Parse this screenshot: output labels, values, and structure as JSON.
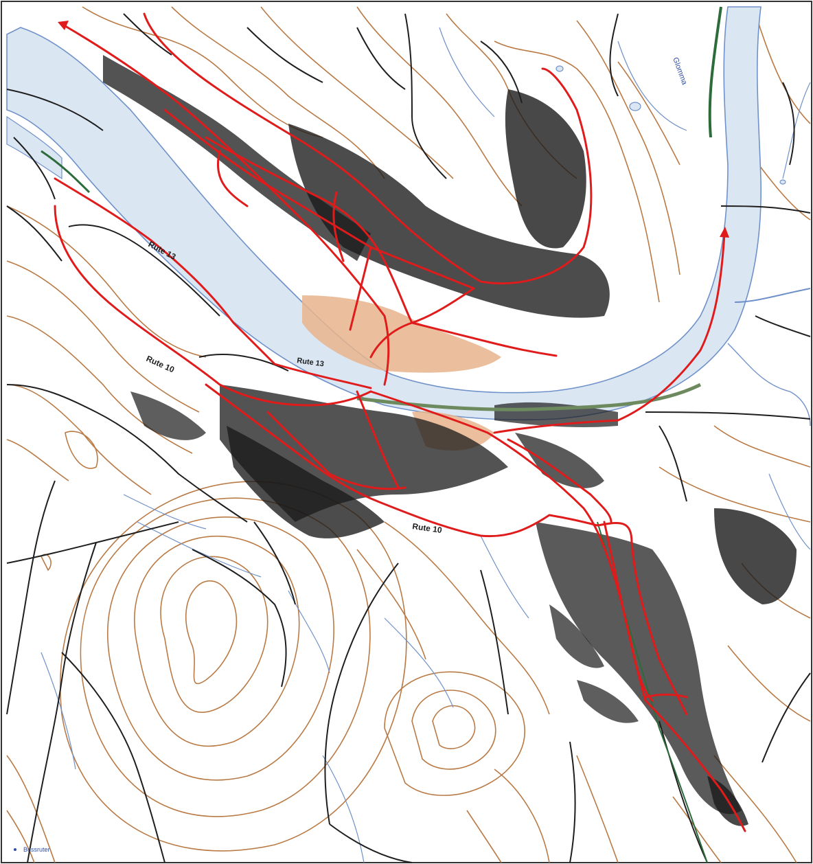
{
  "map": {
    "colors": {
      "water": "#dbe6f3",
      "water_edge": "#6f91c9",
      "contour": "#b97a45",
      "road": "#1e1e1e",
      "route": "#e01b1b",
      "urban_center": "#e7b48c",
      "railway": "#2c6b3a",
      "building": "#1a1a1a"
    },
    "labels": {
      "river": "Glomma",
      "route_13": "Rute 13",
      "route_13_b": "Rute 13",
      "route_10": "Rute 10",
      "route_10_b": "Rute 10",
      "legend": "Bussruter"
    }
  }
}
